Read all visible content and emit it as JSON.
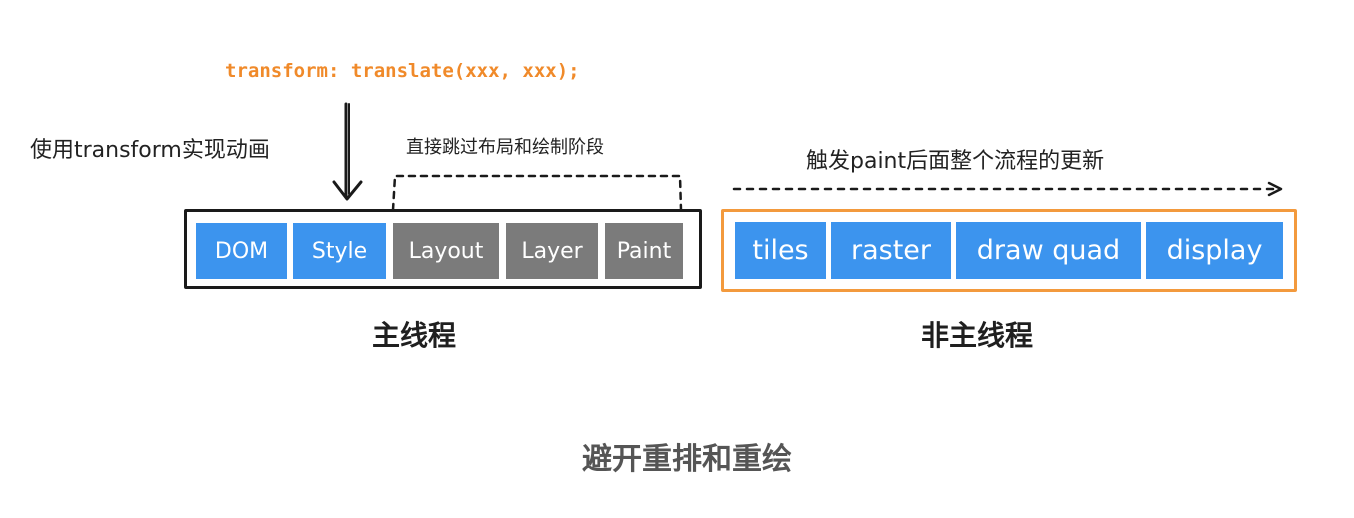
{
  "code_label": "transform: translate(xxx, xxx);",
  "annotations": {
    "use_transform": "使用transform实现动画",
    "skip_layout_paint": "直接跳过布局和绘制阶段",
    "trigger_after_paint": "触发paint后面整个流程的更新"
  },
  "main_thread": {
    "title": "主线程",
    "stages": [
      {
        "label": "DOM",
        "state": "active"
      },
      {
        "label": "Style",
        "state": "active"
      },
      {
        "label": "Layout",
        "state": "skipped"
      },
      {
        "label": "Layer",
        "state": "skipped"
      },
      {
        "label": "Paint",
        "state": "skipped"
      }
    ]
  },
  "non_main_thread": {
    "title": "非主线程",
    "stages": [
      {
        "label": "tiles"
      },
      {
        "label": "raster"
      },
      {
        "label": "draw quad"
      },
      {
        "label": "display"
      }
    ]
  },
  "caption": "避开重排和重绘",
  "colors": {
    "active_stage": "#3c94ee",
    "skipped_stage": "#7b7b7b",
    "code_label": "#f08a2a",
    "non_main_border": "#f39a3d",
    "main_border": "#1a1a1a"
  }
}
